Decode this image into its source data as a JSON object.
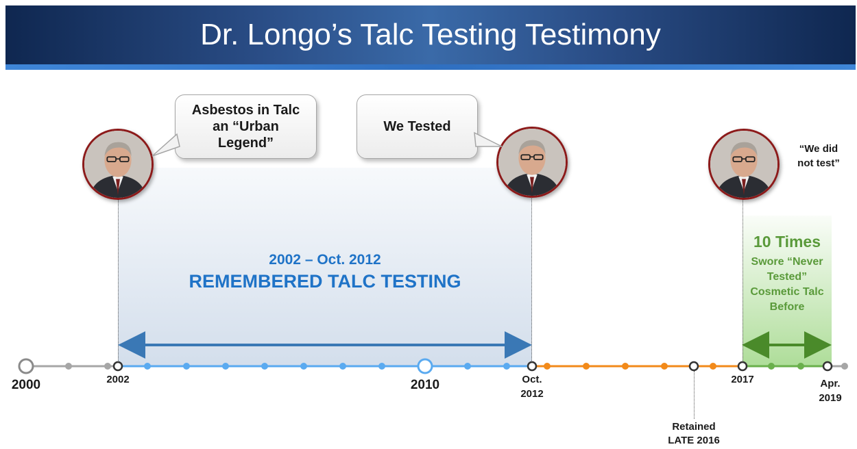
{
  "header": {
    "title": "Dr. Longo’s Talc Testing Testimony"
  },
  "bubbles": [
    {
      "text": "Asbestos in Talc\nan “Urban\nLegend”"
    },
    {
      "text": "We Tested"
    }
  ],
  "quote_right": "“We did\nnot test”",
  "blue_period": {
    "range": "2002 – Oct. 2012",
    "label": "REMEMBERED TALC TESTING"
  },
  "green_period": {
    "count": "10 Times",
    "text": "Swore “Never\nTested”\nCosmetic Talc\nBefore"
  },
  "timeline_labels": {
    "y2000": "2000",
    "y2002": "2002",
    "y2010": "2010",
    "oct2012": "Oct.\n2012",
    "retained": "Retained\nLATE 2016",
    "y2017": "2017",
    "apr2019": "Apr.\n2019"
  },
  "colors": {
    "gray_segment": "#a6a6a6",
    "blue_segment": "#5aaaf0",
    "orange_segment": "#f28a1a",
    "green_segment": "#6ab04c",
    "blue_arrow": "#3a78b5",
    "green_arrow": "#4a8a2a",
    "title_bar": "#1e3c6e",
    "portrait_border": "#8c1a1a"
  }
}
